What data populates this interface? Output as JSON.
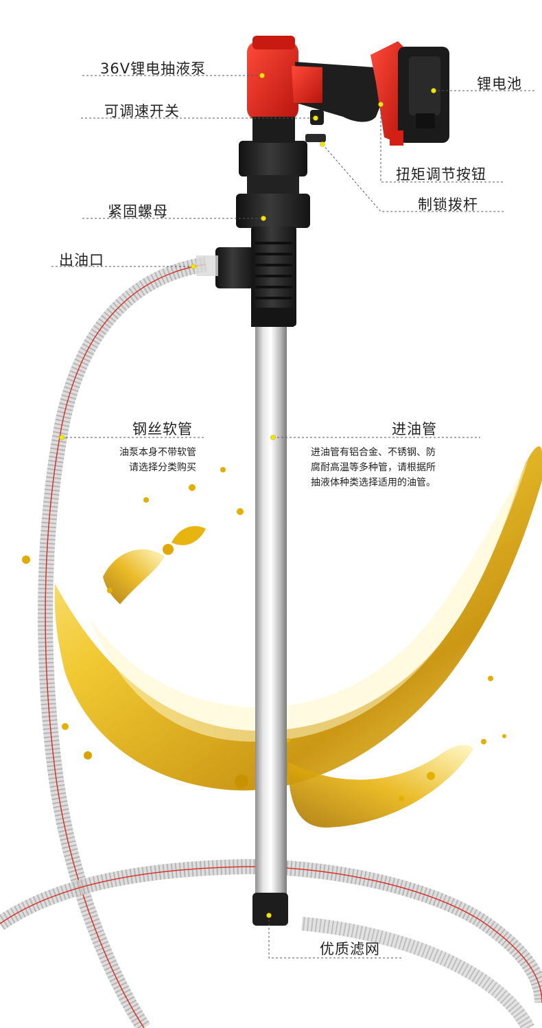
{
  "callouts": {
    "pump": "36V锂电抽液泵",
    "switch": "可调速开关",
    "battery": "锂电池",
    "torque": "扭矩调节按钮",
    "lock": "制锁拨杆",
    "nut": "紧固螺母",
    "outlet": "出油口",
    "hose": "钢丝软管",
    "inlet": "进油管",
    "filter": "优质滤网"
  },
  "notes": {
    "hose": [
      "油泵本身不带软管",
      "请选择分类购买"
    ],
    "inlet": [
      "进油管有铝合金、不锈钢、防",
      "腐耐高温等多种管，请根据所",
      "抽液体种类选择适用的油管。"
    ]
  },
  "colors": {
    "pump_red": "#e2231a",
    "body_black": "#1e1e1e",
    "oil_gold": "#e6b800",
    "marker_dot": "#f2e600",
    "hose_red_wire": "#d8322a"
  }
}
